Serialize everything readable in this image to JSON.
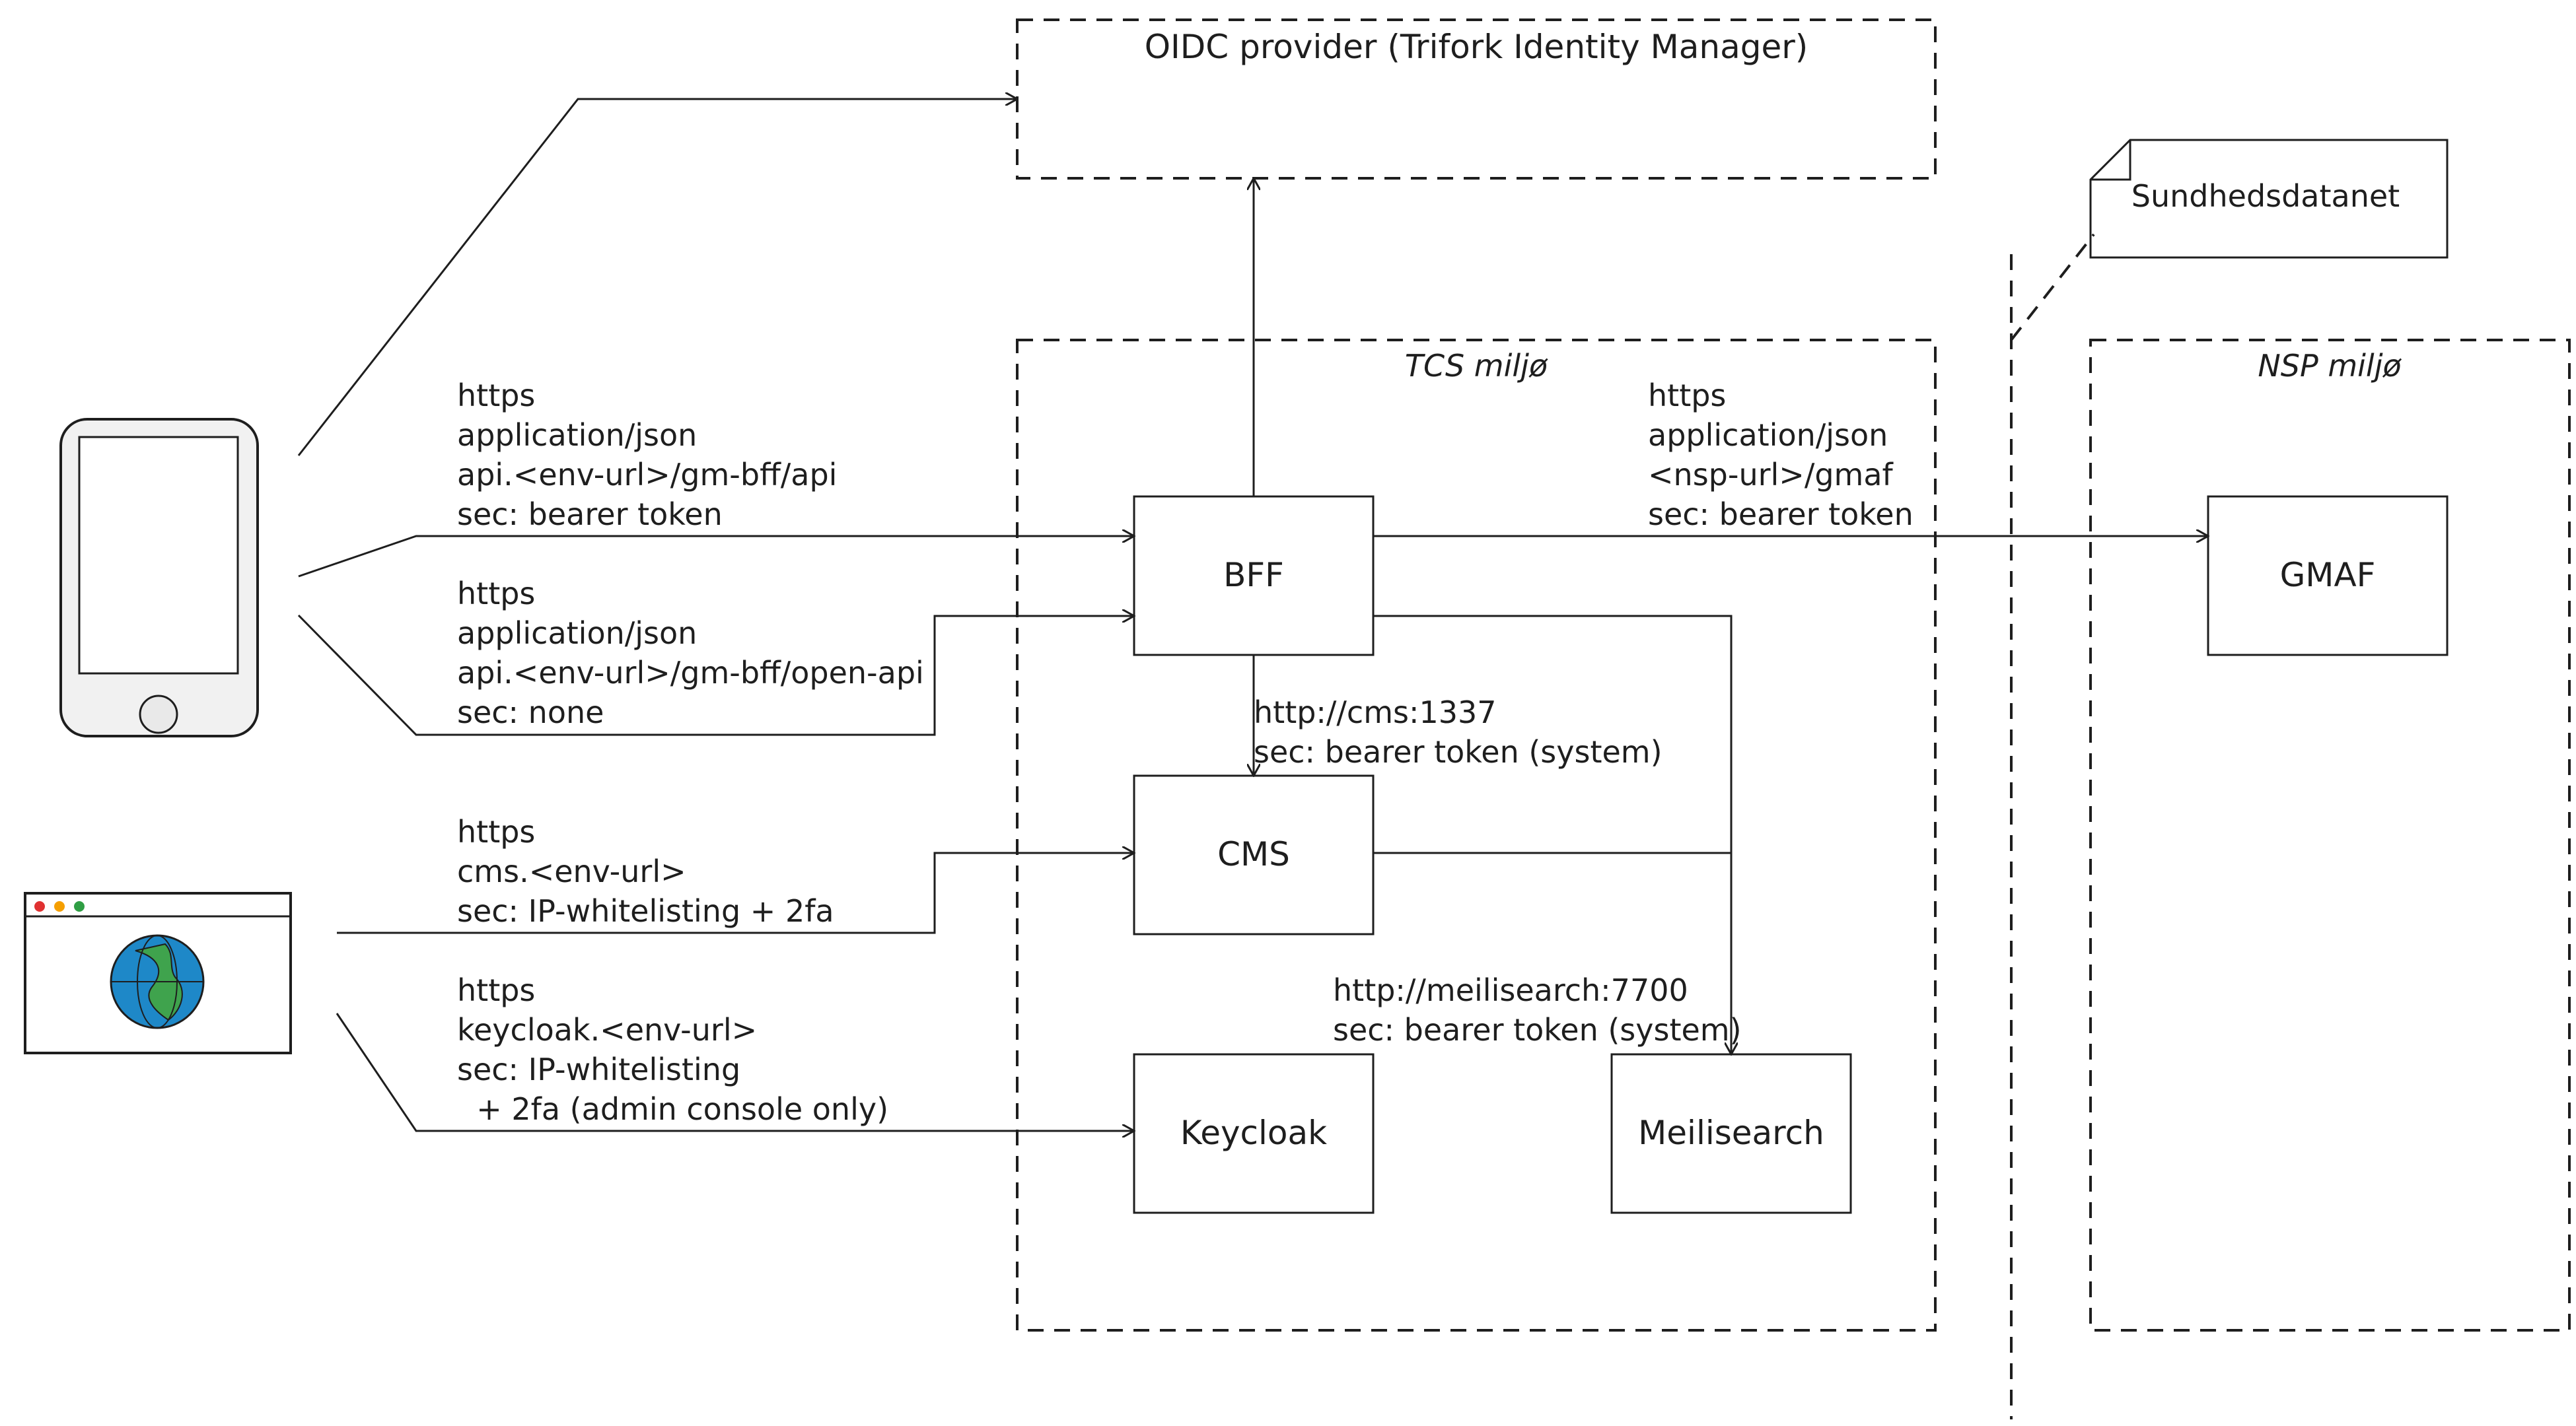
{
  "oidc": {
    "label": "OIDC provider (Trifork Identity Manager)"
  },
  "tcs": {
    "label": "TCS miljø"
  },
  "nsp": {
    "label": "NSP miljø"
  },
  "note": {
    "label": "Sundhedsdatanet"
  },
  "components": {
    "bff": "BFF",
    "cms": "CMS",
    "keycloak": "Keycloak",
    "meilisearch": "Meilisearch",
    "gmaf": "GMAF"
  },
  "edges": {
    "phone_api": [
      "https",
      "application/json",
      "api.<env-url>/gm-bff/api",
      "sec: bearer token"
    ],
    "phone_openapi": [
      "https",
      "application/json",
      "api.<env-url>/gm-bff/open-api",
      "sec: none"
    ],
    "browser_cms": [
      "https",
      "cms.<env-url>",
      "sec: IP-whitelisting + 2fa"
    ],
    "browser_keycloak": [
      "https",
      "keycloak.<env-url>",
      "sec: IP-whitelisting",
      "  + 2fa (admin console only)"
    ],
    "bff_gmaf": [
      "https",
      "application/json",
      "<nsp-url>/gmaf",
      "sec: bearer token"
    ],
    "bff_cms": [
      "http://cms:1337",
      "sec: bearer token (system)"
    ],
    "to_meili": [
      "http://meilisearch:7700",
      "sec: bearer token (system)"
    ]
  },
  "colors": {
    "stroke": "#1e1e1e",
    "globe_blue": "#1e88c8",
    "globe_green": "#3fa34d",
    "dot_red": "#e03131",
    "dot_yellow": "#f59f00",
    "dot_green": "#2f9e44"
  },
  "icons": {
    "phone": "mobile-phone-icon",
    "browser": "web-browser-globe-icon"
  }
}
